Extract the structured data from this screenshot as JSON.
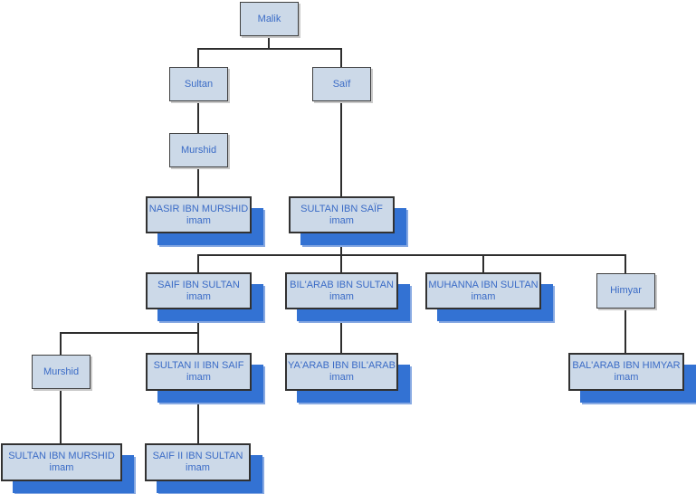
{
  "diagram": {
    "type": "family-tree",
    "colors": {
      "background": "#ffffff",
      "node_fill": "#ccd9e8",
      "node_border": "#3f3f3f",
      "node_text": "#3a6bc6",
      "imam_shadow": "#3372d3",
      "imam_shadow_edge": "#87a9e2",
      "connector_line": "#2e2e2e"
    },
    "nodes": {
      "malik": {
        "name": "Malik"
      },
      "sultan": {
        "name": "Sultan"
      },
      "saif": {
        "name": "Saïf"
      },
      "murshid_a": {
        "name": "Murshid"
      },
      "nasir_ibn_murshid": {
        "name": "NASIR IBN MURSHID",
        "role": "imam"
      },
      "sultan_ibn_saif": {
        "name": "SULTAN IBN SAÏF",
        "role": "imam"
      },
      "saif_ibn_sultan": {
        "name": "SAIF IBN SULTAN",
        "role": "imam"
      },
      "bilarab_ibn_sultan": {
        "name": "BIL'ARAB IBN SULTAN",
        "role": "imam"
      },
      "muhanna_ibn_sultan": {
        "name": "MUHANNA IBN SULTAN",
        "role": "imam"
      },
      "himyar": {
        "name": "Himyar"
      },
      "murshid_b": {
        "name": "Murshid"
      },
      "sultan_ii_ibn_saif": {
        "name": "SULTAN II IBN SAIF",
        "role": "imam"
      },
      "yaarab_ibn_bilarab": {
        "name": "YA'ARAB IBN BIL'ARAB",
        "role": "imam"
      },
      "balarab_ibn_himyar": {
        "name": "BAL'ARAB IBN HIMYAR",
        "role": "imam"
      },
      "sultan_ibn_murshid": {
        "name": "SULTAN IBN MURSHID",
        "role": "imam"
      },
      "saif_ii_ibn_sultan": {
        "name": "SAIF II IBN SULTAN",
        "role": "imam"
      }
    },
    "edges": [
      [
        "malik",
        "sultan"
      ],
      [
        "malik",
        "saif"
      ],
      [
        "sultan",
        "murshid_a"
      ],
      [
        "murshid_a",
        "nasir_ibn_murshid"
      ],
      [
        "saif",
        "sultan_ibn_saif"
      ],
      [
        "sultan_ibn_saif",
        "saif_ibn_sultan"
      ],
      [
        "sultan_ibn_saif",
        "bilarab_ibn_sultan"
      ],
      [
        "sultan_ibn_saif",
        "muhanna_ibn_sultan"
      ],
      [
        "sultan_ibn_saif",
        "himyar"
      ],
      [
        "saif_ibn_sultan",
        "murshid_b"
      ],
      [
        "saif_ibn_sultan",
        "sultan_ii_ibn_saif"
      ],
      [
        "bilarab_ibn_sultan",
        "yaarab_ibn_bilarab"
      ],
      [
        "himyar",
        "balarab_ibn_himyar"
      ],
      [
        "murshid_b",
        "sultan_ibn_murshid"
      ],
      [
        "sultan_ii_ibn_saif",
        "saif_ii_ibn_sultan"
      ]
    ]
  }
}
